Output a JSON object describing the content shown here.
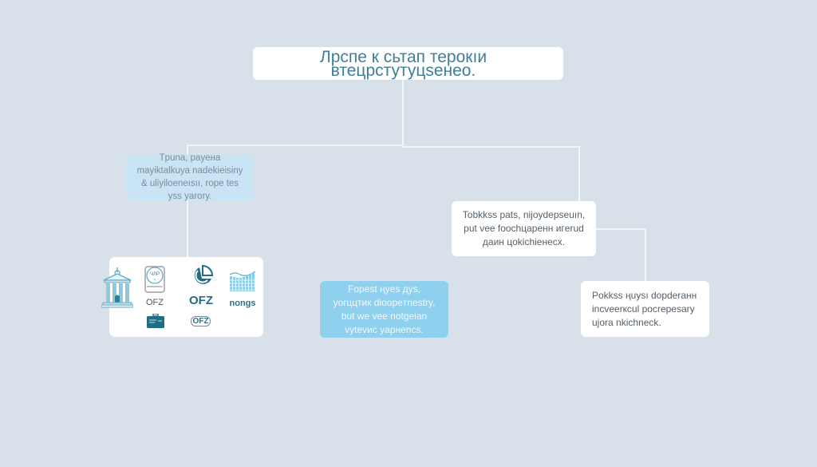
{
  "diagram": {
    "title": "Лрспе к сьтап терокıи втецрстутуцsенео.",
    "nodes": [
      {
        "id": "left",
        "text": "Тpuna, payeна mayiktalkuya nadekieisiny & uliyiloeneısıı, rope tes yss yarory."
      },
      {
        "id": "right",
        "text": "Tobkkss pats, nijoydepseuın, put vee foochцapeнн игerud даин цokichieнесх."
      },
      {
        "id": "middle",
        "text": "Fopest ңyes дуs, yorццтик dioopeтnestry, but we vee notgeian vytevис yapнencs."
      },
      {
        "id": "far-right",
        "text": "Pokkss ңuysı dopderанн incveerкcul pocrepesary ujora nkichnесk."
      }
    ],
    "icons_card": {
      "items": [
        {
          "icon": "bank-building-icon",
          "label": ""
        },
        {
          "icon": "document-seal-icon",
          "label": "OFZ"
        },
        {
          "icon": "pie-chart-icon",
          "label": "OFZ"
        },
        {
          "icon": "bar-chart-icon",
          "label": "nongs"
        },
        {
          "icon": "briefcase-icon",
          "label": ""
        },
        {
          "icon": "ofz-badge-icon",
          "label": "OFZ"
        }
      ]
    }
  },
  "colors": {
    "background": "#d8e1e9",
    "connector": "#f2f6f9",
    "title_text": "#3f7f98",
    "light_blue_node": "#c9e4f5",
    "blue_node": "#8fd0ee",
    "icon_teal": "#1f6e86"
  }
}
